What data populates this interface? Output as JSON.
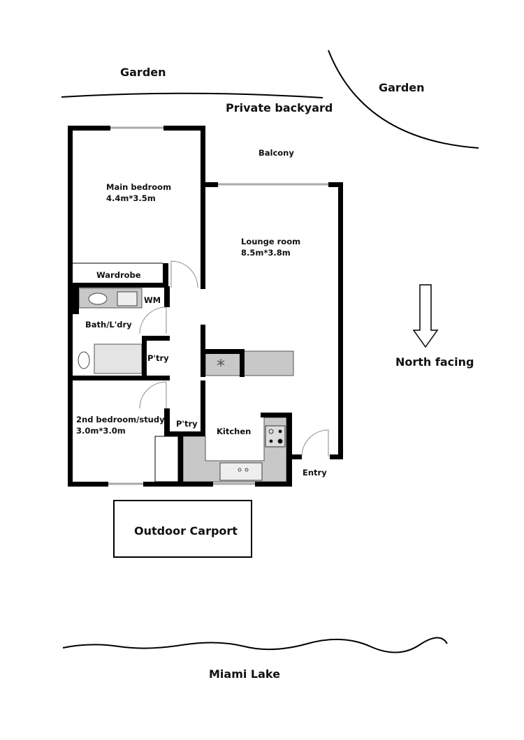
{
  "surroundings": {
    "garden_left": "Garden",
    "garden_right": "Garden",
    "backyard": "Private backyard",
    "balcony": "Balcony",
    "carport": "Outdoor Carport",
    "lake": "Miami Lake",
    "orientation": "North facing"
  },
  "rooms": {
    "main_bedroom": {
      "name": "Main bedroom",
      "size": "4.4m*3.5m"
    },
    "lounge": {
      "name": "Lounge room",
      "size": "8.5m*3.8m"
    },
    "wardrobe": "Wardrobe",
    "wm": "WM",
    "bath": "Bath/L'dry",
    "pantry1": "P'try",
    "bedroom2": {
      "name": "2nd bedroom/study",
      "size": "3.0m*3.0m"
    },
    "pantry2": "P'try",
    "kitchen": "Kitchen",
    "entry": "Entry"
  },
  "colors": {
    "wall": "#000000",
    "fixture": "#c8c8c8",
    "window": "#bbbbbb"
  },
  "icons": [
    "north-arrow-icon",
    "door-swing-icon",
    "stove-icon",
    "sink-icon",
    "toilet-icon",
    "bathtub-icon",
    "washbasin-icon"
  ]
}
